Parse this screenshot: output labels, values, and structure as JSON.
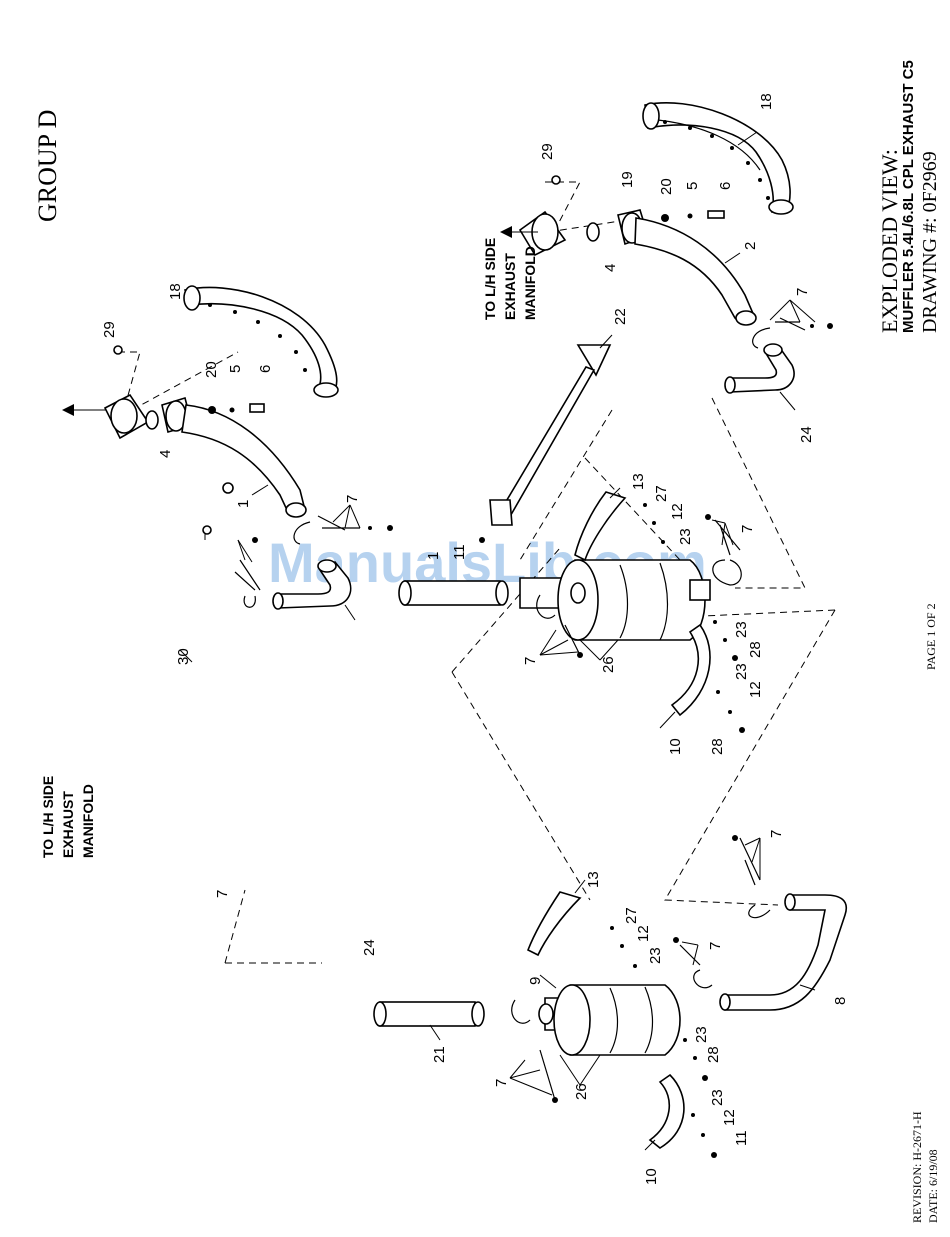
{
  "header": {
    "group": "GROUP D",
    "title_line1": "EXPLODED VIEW:",
    "title_line2": "MUFFLER 5.4L/6.8L CPL EXHAUST C5",
    "title_line3": "DRAWING #: 0F2969",
    "page": "PAGE 1 OF 2",
    "revision": "REVISION: H-2671-H",
    "date": "DATE: 6/19/08"
  },
  "watermark": "ManualsLib.com",
  "callouts": {
    "lh_manifold_top": [
      "TO L/H SIDE",
      "EXHAUST",
      "MANIFOLD"
    ],
    "lh_manifold_left": [
      "TO L/H SIDE",
      "EXHAUST",
      "MANIFOLD"
    ]
  },
  "part_numbers": {
    "p18a": "18",
    "p29a": "29",
    "p19": "19",
    "p20a": "20",
    "p5a": "5",
    "p6a": "6",
    "p4a": "4",
    "p2": "2",
    "p7a": "7",
    "p24a": "24",
    "p22": "22",
    "p13a": "13",
    "p27a": "27",
    "p12a": "12",
    "p23a": "23",
    "p11a": "11",
    "p1a": "1",
    "p7b": "7",
    "p26a": "26",
    "p7c": "7",
    "p23b": "23",
    "p28a": "28",
    "p23c": "23",
    "p12b": "12",
    "p28b": "28",
    "p10a": "10",
    "p18b": "18",
    "p29b": "29",
    "p20b": "20",
    "p5b": "5",
    "p6b": "6",
    "p4b": "4",
    "p1b": "1",
    "p30": "30",
    "p7d": "7",
    "p7e": "7",
    "p24b": "24",
    "p13b": "13",
    "p27b": "27",
    "p12c": "12",
    "p23d": "23",
    "p9": "9",
    "p21": "21",
    "p7f": "7",
    "p26b": "26",
    "p7g": "7",
    "p23e": "23",
    "p28c": "28",
    "p7h": "7",
    "p8": "8",
    "p23f": "23",
    "p12d": "12",
    "p11b": "11",
    "p10b": "10"
  }
}
